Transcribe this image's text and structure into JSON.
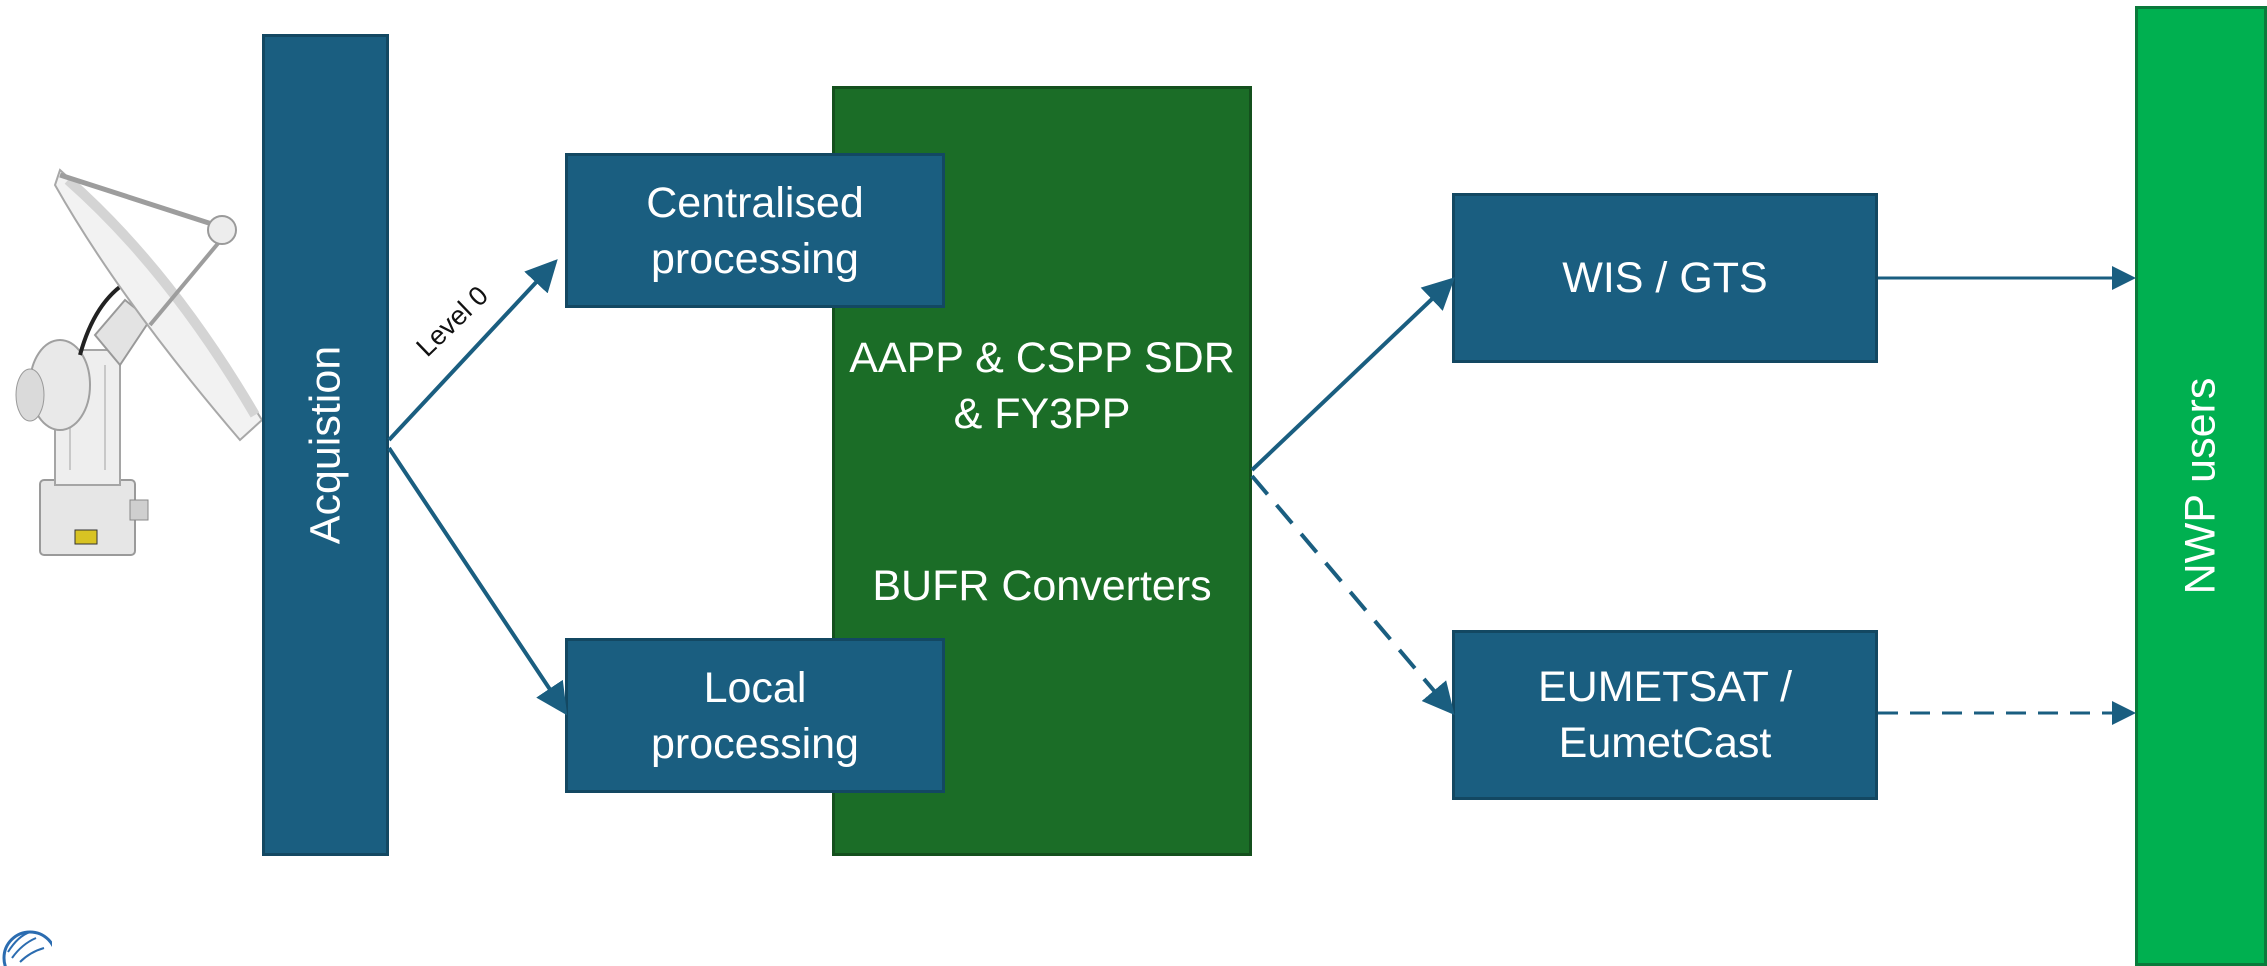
{
  "diagram": {
    "acquisition_label": "Acquistion",
    "level_label": "Level 0",
    "centralised_label": "Centralised\nprocessing",
    "local_label": "Local\nprocessing",
    "processing_label": "AAPP & CSPP SDR\n& FY3PP",
    "bufr_label": "BUFR Converters",
    "wis_label": "WIS / GTS",
    "eumetsat_label": "EUMETSAT /\nEumetCast",
    "nwp_label": "NWP users"
  },
  "colors": {
    "box_blue": "#1a5e80",
    "processing_green": "#1b6d27",
    "users_green": "#00b050",
    "arrow": "#1a5e80"
  },
  "icons": {
    "antenna": "satellite-dish-antenna",
    "logo": "wmo-emblem"
  }
}
